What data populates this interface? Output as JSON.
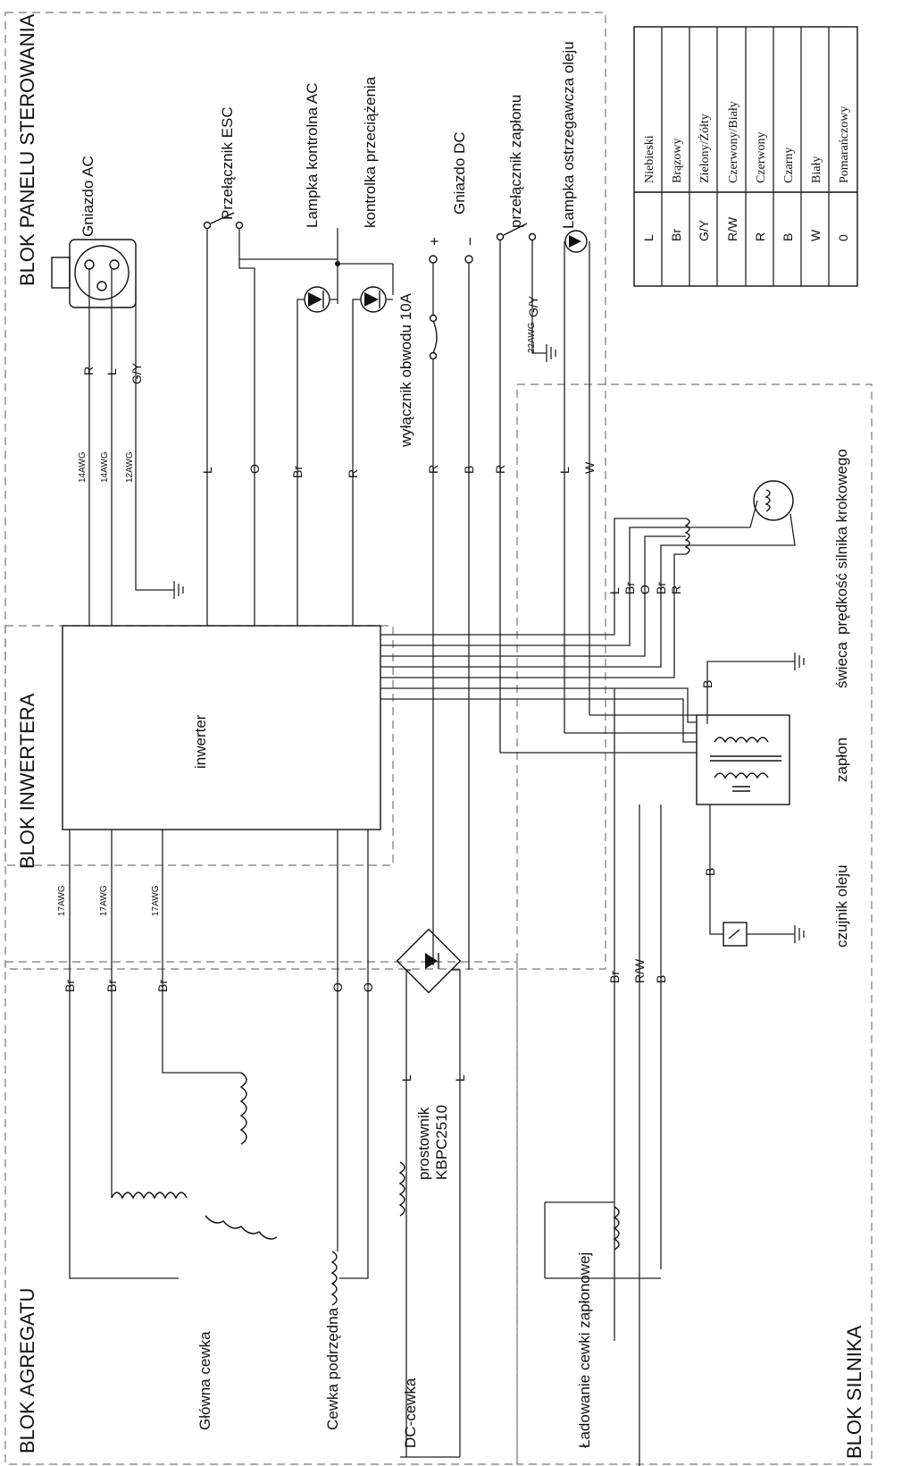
{
  "blocks": {
    "control_panel": "BLOK PANELU STEROWANIA",
    "inverter": "BLOK INWERTERA",
    "aggregate": "BLOK AGREGATU",
    "engine": "BLOK SILNIKA"
  },
  "components": {
    "ac_socket": "Gniazdo AC",
    "esc_switch": "Przełącznik ESC",
    "ac_lamp": "Lampka kontrolna AC",
    "overload_lamp": "kontrolka przeciążenia",
    "dc_socket": "Gniazdo DC",
    "ignition_switch": "przełącznik zapłonu",
    "oil_warning_lamp": "Lampka ostrzegawcza oleju",
    "breaker": "wyłącznik obwodu 10A",
    "inverter": "inwerter",
    "stepper_speed": "prędkość silnika krokowego",
    "spark_plug": "świeca",
    "ignition": "zapłon",
    "oil_sensor": "czujnik oleju",
    "main_coil": "Główna cewka",
    "sub_coil": "Cewka podrzędna",
    "dc_coil": "DC-cewka",
    "rectifier": "prostownik",
    "rectifier_model": "KBPC2510",
    "charging_coil": "Ładowanie cewki zapłonowej"
  },
  "signs": {
    "plus": "+",
    "minus": "−"
  },
  "awg": {
    "a14": "14AWG",
    "a12": "12AWG",
    "a17": "17AWG",
    "a22": "22AWG"
  },
  "wire_labels": {
    "R": "R",
    "L": "L",
    "GY": "G/Y",
    "O": "O",
    "Br": "Br",
    "B": "B",
    "W": "W",
    "RW": "R/W"
  },
  "legend": [
    {
      "code": "L",
      "color": "Niebieski"
    },
    {
      "code": "Br",
      "color": "Brązowy"
    },
    {
      "code": "G/Y",
      "color": "Zielony/Żółty"
    },
    {
      "code": "R/W",
      "color": "Czerwony/Biały"
    },
    {
      "code": "R",
      "color": "Czerwony"
    },
    {
      "code": "B",
      "color": "Czarny"
    },
    {
      "code": "W",
      "color": "Biały"
    },
    {
      "code": "0",
      "color": "Pomarańczowy"
    }
  ]
}
